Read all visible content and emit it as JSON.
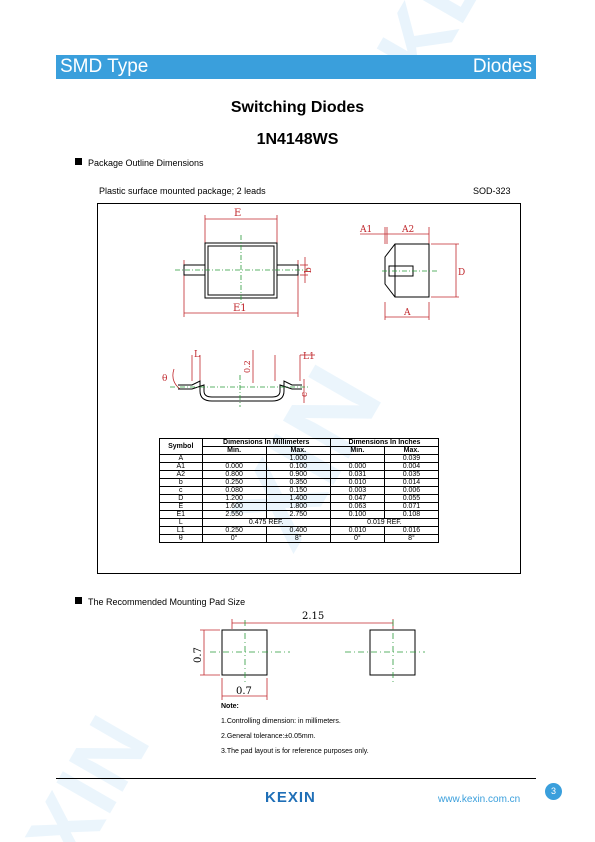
{
  "header": {
    "left": "SMD Type",
    "right": "Diodes"
  },
  "title": "Switching Diodes",
  "part": "1N4148WS",
  "section1": {
    "heading": "Package Outline Dimensions",
    "desc": "Plastic surface mounted package; 2 leads",
    "package": "SOD-323"
  },
  "drawing_labels": {
    "E": "E",
    "E1": "E1",
    "b": "b",
    "A1": "A1",
    "A2": "A2",
    "A": "A",
    "D": "D",
    "theta": "θ",
    "L": "L",
    "L1": "L1",
    "c": "c",
    "q": "0.2"
  },
  "table": {
    "symbol_header": "Symbol",
    "mm_header": "Dimensions In Millimeters",
    "in_header": "Dimensions In Inches",
    "min": "Min.",
    "max": "Max.",
    "rows": [
      [
        "A",
        "",
        "1.000",
        "",
        "0.039"
      ],
      [
        "A1",
        "0.000",
        "0.100",
        "0.000",
        "0.004"
      ],
      [
        "A2",
        "0.800",
        "0.900",
        "0.031",
        "0.035"
      ],
      [
        "b",
        "0.250",
        "0.350",
        "0.010",
        "0.014"
      ],
      [
        "c",
        "0.080",
        "0.150",
        "0.003",
        "0.006"
      ],
      [
        "D",
        "1.200",
        "1.400",
        "0.047",
        "0.055"
      ],
      [
        "E",
        "1.600",
        "1.800",
        "0.063",
        "0.071"
      ],
      [
        "E1",
        "2.550",
        "2.750",
        "0.100",
        "0.108"
      ],
      [
        "L",
        "0.475 REF.",
        "",
        "0.019 REF.",
        ""
      ],
      [
        "L1",
        "0.250",
        "0.400",
        "0.010",
        "0.016"
      ],
      [
        "θ",
        "0°",
        "8°",
        "0°",
        "8°"
      ]
    ]
  },
  "section2": {
    "heading": "The Recommended Mounting Pad Size",
    "dim_span": "2.15",
    "dim_h": "0.7",
    "dim_w": "0.7"
  },
  "notes": {
    "title": "Note:",
    "items": [
      "1.Controlling dimension: in millimeters.",
      "2.General tolerance:±0.05mm.",
      "3.The pad layout is for reference purposes only."
    ]
  },
  "footer": {
    "logo": "KEXIN",
    "url": "www.kexin.com.cn",
    "page": "3"
  },
  "watermark": "KEXIN"
}
